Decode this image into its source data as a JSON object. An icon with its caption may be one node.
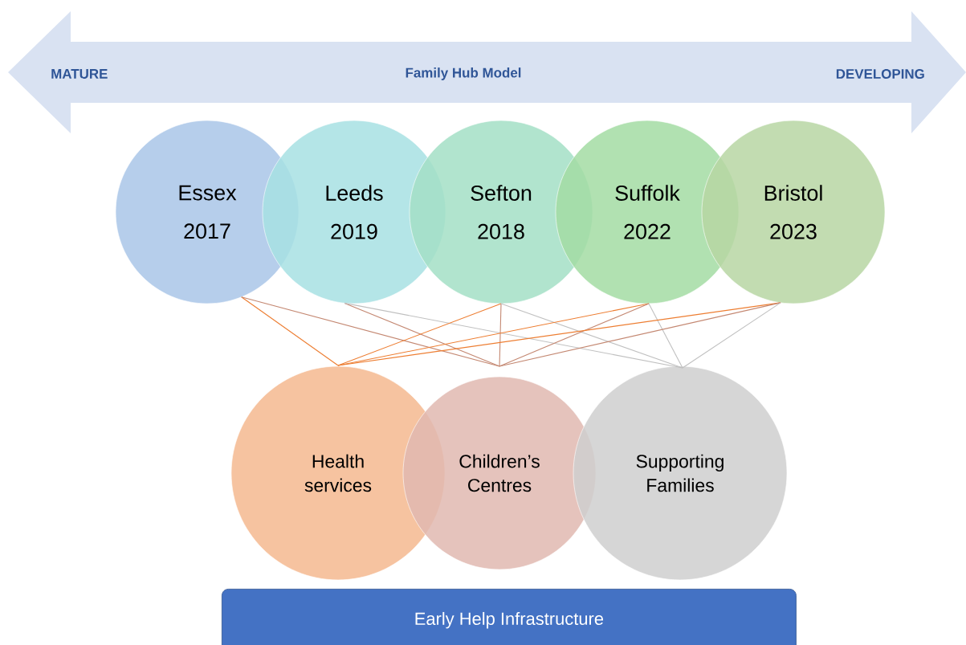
{
  "diagram": {
    "nodes": [
      {
        "text": [
          "MATURE",
          "Family Hub Model",
          "DEVELOPING"
        ]
      },
      {
        "text": [
          "Essex 2017"
        ]
      },
      {
        "text": [
          "Leeds 2019"
        ]
      },
      {
        "text": [
          "Sefton 2018"
        ]
      },
      {
        "text": [
          "Suffolk 2022"
        ]
      },
      {
        "text": [
          "Bristol 2023"
        ]
      },
      {
        "text": [
          "Health services"
        ]
      },
      {
        "text": [
          "Children’s Centres"
        ]
      },
      {
        "text": [
          "Supporting Families"
        ]
      },
      {
        "text": [
          "Early Help Infrastructure"
        ]
      }
    ],
    "edges": [
      {
        "from": 1,
        "to": 6,
        "arrow": "none",
        "color": "#ed7d31"
      },
      {
        "from": 1,
        "to": 7,
        "arrow": "none",
        "color": "#c48872"
      },
      {
        "from": 2,
        "to": 7,
        "arrow": "none",
        "color": "#c48872"
      },
      {
        "from": 2,
        "to": 8,
        "arrow": "none",
        "color": "#c0c0c0"
      },
      {
        "from": 3,
        "to": 6,
        "arrow": "none",
        "color": "#ed7d31"
      },
      {
        "from": 3,
        "to": 7,
        "arrow": "none",
        "color": "#c48872"
      },
      {
        "from": 3,
        "to": 8,
        "arrow": "none",
        "color": "#c0c0c0"
      },
      {
        "from": 4,
        "to": 6,
        "arrow": "none",
        "color": "#ed7d31"
      },
      {
        "from": 4,
        "to": 7,
        "arrow": "none",
        "color": "#c48872"
      },
      {
        "from": 4,
        "to": 8,
        "arrow": "none",
        "color": "#c0c0c0"
      },
      {
        "from": 5,
        "to": 6,
        "arrow": "none",
        "color": "#ed7d31"
      },
      {
        "from": 5,
        "to": 7,
        "arrow": "none",
        "color": "#c48872"
      },
      {
        "from": 5,
        "to": 8,
        "arrow": "none",
        "color": "#c0c0c0"
      }
    ]
  }
}
